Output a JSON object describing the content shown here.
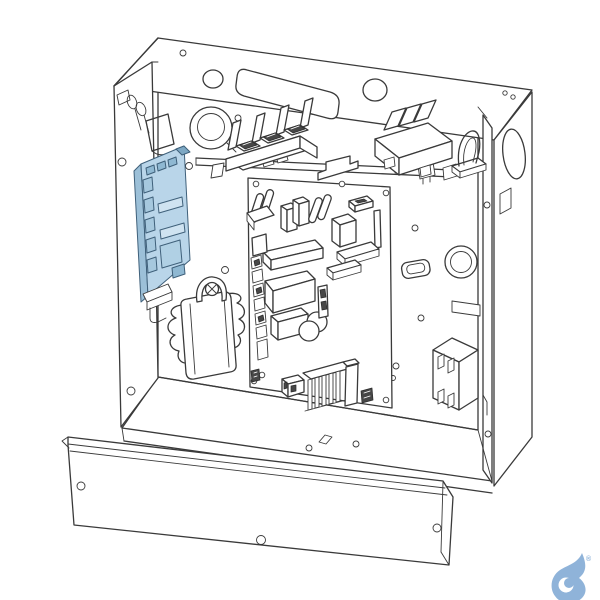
{
  "illustration": {
    "type": "isometric-parts-line-drawing",
    "line_color": "#3a3a3a",
    "highlight_color": "#b9d5e9",
    "highlight_shade": "#9cc0d8",
    "highlight_dark": "#7da8c4",
    "highlight_light": "#cfe3f1",
    "highlight_stroke": "#3f607a",
    "parts": [
      {
        "id": "enclosure",
        "label": "metal enclosure box"
      },
      {
        "id": "top-panel",
        "label": "top panel with knockout holes"
      },
      {
        "id": "ground-clip",
        "label": "grounding wire clip"
      },
      {
        "id": "power-module",
        "label": "highlighted power supply module"
      },
      {
        "id": "transformer",
        "label": "transformer"
      },
      {
        "id": "mounting-rail",
        "label": "mounting rail"
      },
      {
        "id": "terminal-block",
        "label": "3-pole terminal block"
      },
      {
        "id": "relay-block",
        "label": "relay block"
      },
      {
        "id": "cable-clamp",
        "label": "cable clamp"
      },
      {
        "id": "main-pcb",
        "label": "main control circuit board"
      },
      {
        "id": "heatsink",
        "label": "finned heatsink"
      },
      {
        "id": "junction-box",
        "label": "junction box with vent slots"
      },
      {
        "id": "bottom-cover",
        "label": "detached bottom cover panel"
      }
    ]
  },
  "logo": {
    "name": "water-drop-logo",
    "color": "#8fb3d9",
    "registered_symbol": "®"
  }
}
